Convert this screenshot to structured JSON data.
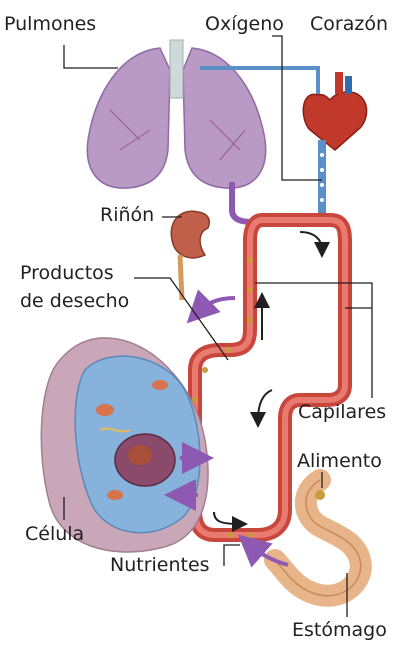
{
  "labels": {
    "pulmones": "Pulmones",
    "oxigeno": "Oxígeno",
    "corazon": "Corazón",
    "rinon": "Riñón",
    "productos_line1": "Productos",
    "productos_line2": "de desecho",
    "capilares": "Capilares",
    "alimento": "Alimento",
    "celula": "Célula",
    "nutrientes": "Nutrientes",
    "estomago": "Estómago"
  },
  "colors": {
    "capillary": "#c8463c",
    "capillary_inner": "#e87a6f",
    "lungs": "#b89ac4",
    "lungs_vessels": "#8a2c6e",
    "oxygen_vessel": "#5b8fc8",
    "heart": "#c0392b",
    "kidney": "#c0604a",
    "cell_outer": "#c9a7b9",
    "cell_inner": "#7fb4e0",
    "stomach": "#e8b48a",
    "arrow_purple": "#8e59b3",
    "leader_line": "#231f20"
  }
}
